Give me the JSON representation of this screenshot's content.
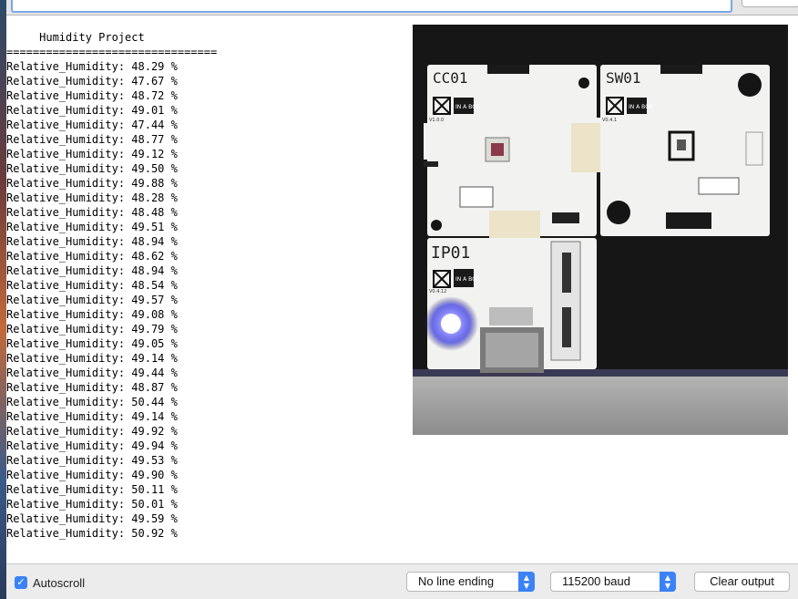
{
  "output": {
    "lines": [
      "     Humidity Project",
      "================================",
      "Relative_Humidity: 48.29 %",
      "Relative_Humidity: 47.67 %",
      "Relative_Humidity: 48.72 %",
      "Relative_Humidity: 49.01 %",
      "Relative_Humidity: 47.44 %",
      "Relative_Humidity: 48.77 %",
      "Relative_Humidity: 49.12 %",
      "Relative_Humidity: 49.50 %",
      "Relative_Humidity: 49.88 %",
      "Relative_Humidity: 48.28 %",
      "Relative_Humidity: 48.48 %",
      "Relative_Humidity: 49.51 %",
      "Relative_Humidity: 48.94 %",
      "Relative_Humidity: 48.62 %",
      "Relative_Humidity: 48.94 %",
      "Relative_Humidity: 48.54 %",
      "Relative_Humidity: 49.57 %",
      "Relative_Humidity: 49.08 %",
      "Relative_Humidity: 49.79 %",
      "Relative_Humidity: 49.05 %",
      "Relative_Humidity: 49.14 %",
      "Relative_Humidity: 49.44 %",
      "Relative_Humidity: 48.87 %",
      "Relative_Humidity: 50.44 %",
      "Relative_Humidity: 49.14 %",
      "Relative_Humidity: 49.92 %",
      "Relative_Humidity: 49.94 %",
      "Relative_Humidity: 49.53 %",
      "Relative_Humidity: 49.90 %",
      "Relative_Humidity: 50.11 %",
      "Relative_Humidity: 50.01 %",
      "Relative_Humidity: 49.59 %",
      "Relative_Humidity: 50.92 %"
    ]
  },
  "photo": {
    "modules": [
      {
        "name": "CC01",
        "brand": "IN A BOX",
        "version": "V1.0.0"
      },
      {
        "name": "SW01",
        "brand": "IN A BOX",
        "version": "V0.4.1"
      },
      {
        "name": "IP01",
        "brand": "IN A BOX",
        "version": "V0.4.12"
      }
    ]
  },
  "footer": {
    "autoscroll_label": "Autoscroll",
    "autoscroll_checked": true,
    "line_ending": "No line ending",
    "baud": "115200 baud",
    "clear_label": "Clear output"
  },
  "colors": {
    "accent": "#3b82f7",
    "led_blue": "#5a5aff",
    "board_white": "#f2f2f0"
  }
}
